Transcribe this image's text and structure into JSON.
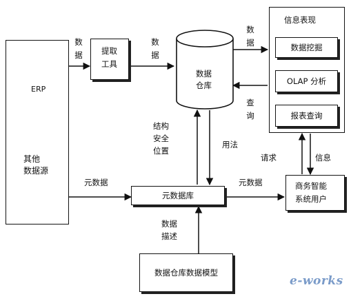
{
  "diagram": {
    "left_panel": {
      "erp": "ERP",
      "other_sources_line1": "其他",
      "other_sources_line2": "数据源"
    },
    "extract_tool_line1": "提取",
    "extract_tool_line2": "工具",
    "warehouse_line1": "数据",
    "warehouse_line2": "仓库",
    "info_panel": {
      "title": "信息表现",
      "items": [
        "数据挖掘",
        "OLAP 分析",
        "报表查询"
      ]
    },
    "metadata_store": "元数据库",
    "bi_user_line1": "商务智能",
    "bi_user_line2": "系统用户",
    "model_box": "数据仓库数据模型",
    "edge_labels": {
      "data_1": "数据",
      "data_2": "数据",
      "data_3": "数据",
      "query": "查询",
      "structure_line1": "结构",
      "structure_line2": "安全",
      "structure_line3": "位置",
      "usage": "用法",
      "metadata_left": "元数据",
      "metadata_right": "元数据",
      "request": "请求",
      "info": "信息",
      "data_desc_line1": "数据",
      "data_desc_line2": "描述"
    },
    "watermark": "e-works"
  }
}
